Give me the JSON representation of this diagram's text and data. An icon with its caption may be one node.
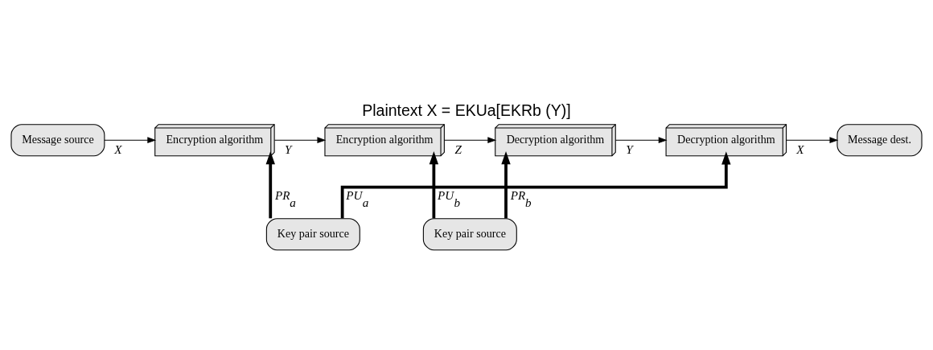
{
  "diagram": {
    "title": "Plaintext X = EKUa[EKRb (Y)]",
    "nodes": [
      {
        "text": [
          "Message source"
        ]
      },
      {
        "text": [
          "Encryption algorithm"
        ]
      },
      {
        "text": [
          "Encryption algorithm"
        ]
      },
      {
        "text": [
          "Decryption algorithm"
        ]
      },
      {
        "text": [
          "Decryption algorithm"
        ]
      },
      {
        "text": [
          "Message dest."
        ]
      },
      {
        "text": [
          "Key pair source"
        ]
      },
      {
        "text": [
          "Key pair source"
        ]
      }
    ],
    "edges": [
      {
        "from": 0,
        "to": 1,
        "arrow": "to",
        "label": "X"
      },
      {
        "from": 1,
        "to": 2,
        "arrow": "to",
        "label": "Y"
      },
      {
        "from": 2,
        "to": 3,
        "arrow": "to",
        "label": "Z"
      },
      {
        "from": 3,
        "to": 4,
        "arrow": "to",
        "label": "Y"
      },
      {
        "from": 4,
        "to": 5,
        "arrow": "to",
        "label": "X"
      },
      {
        "from": 6,
        "to": 2,
        "arrow": "to",
        "label": "PU$_{b}$",
        "style": "thick"
      },
      {
        "from": 6,
        "to": 3,
        "arrow": "to",
        "label": "PR$_{b}$",
        "style": "thick"
      },
      {
        "from": 7,
        "to": 1,
        "arrow": "to",
        "label": "PR$_{a}$",
        "style": "thick"
      },
      {
        "from": 7,
        "to": 4,
        "arrow": "to",
        "label": "PU$_{a}$",
        "style": "thick"
      }
    ]
  }
}
